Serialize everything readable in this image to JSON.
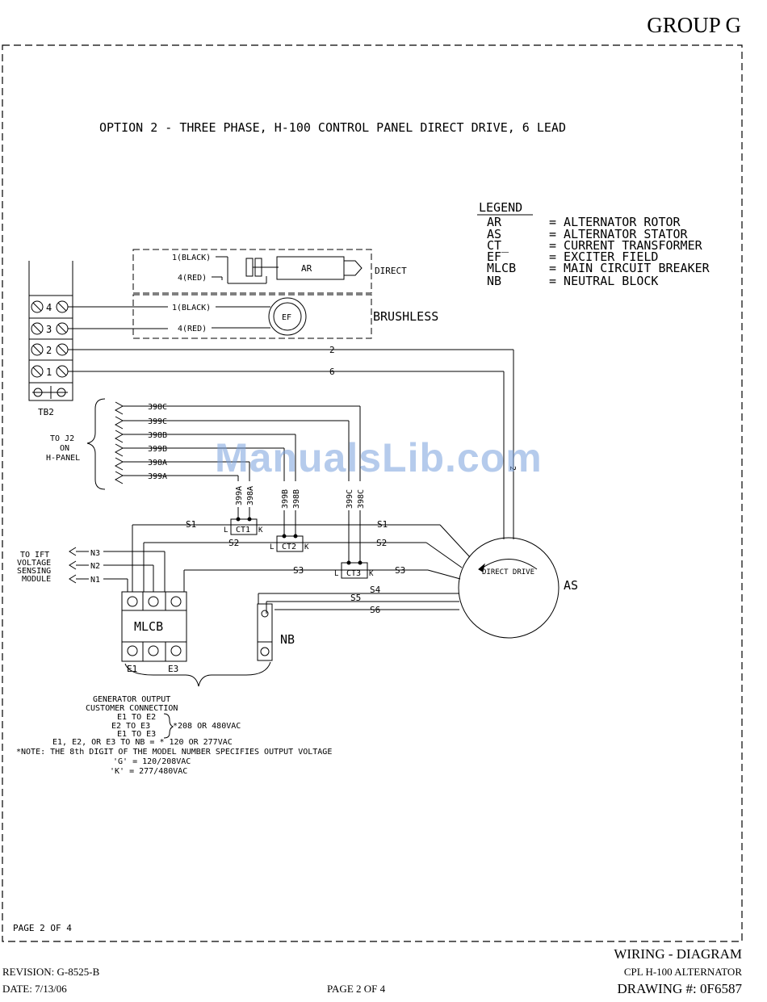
{
  "header": {
    "group": "GROUP G"
  },
  "diagram": {
    "title": "OPTION 2 - THREE PHASE, H-100 CONTROL PANEL DIRECT DRIVE, 6 LEAD",
    "legend": {
      "heading": "LEGEND",
      "items": [
        {
          "abbr": "AR",
          "desc": "= ALTERNATOR ROTOR"
        },
        {
          "abbr": "AS",
          "desc": "= ALTERNATOR STATOR"
        },
        {
          "abbr": "CT_",
          "desc": "= CURRENT TRANSFORMER"
        },
        {
          "abbr": "EF",
          "desc": "= EXCITER FIELD"
        },
        {
          "abbr": "MLCB",
          "desc": "= MAIN CIRCUIT BREAKER"
        },
        {
          "abbr": "NB",
          "desc": "= NEUTRAL BLOCK"
        }
      ]
    },
    "direct_box": {
      "black": "1(BLACK)",
      "red": "4(RED)",
      "ar": "AR",
      "label": "DIRECT"
    },
    "brushless_box": {
      "black": "1(BLACK)",
      "red": "4(RED)",
      "ef": "EF",
      "label": "BRUSHLESS"
    },
    "tb2": {
      "label": "TB2",
      "terminals": [
        "4",
        "3",
        "2",
        "1"
      ]
    },
    "wires": {
      "w2": "2",
      "w6": "6",
      "half": "2"
    },
    "j2_label": {
      "line1": "TO J2",
      "line2": "ON",
      "line3": "H-PANEL"
    },
    "j2_wires": [
      "398C",
      "399C",
      "398B",
      "399B",
      "398A",
      "399A"
    ],
    "ct_vertical": [
      "399A",
      "398A",
      "399B",
      "398B",
      "399C",
      "398C"
    ],
    "cts": [
      "CT1",
      "CT2",
      "CT3"
    ],
    "ct_marks": {
      "l": "L",
      "k": "K"
    },
    "phase_wires": {
      "s1": "S1",
      "s2": "S2",
      "s3": "S3",
      "s4": "S4",
      "s5": "S5",
      "s6": "S6"
    },
    "ift_label": {
      "line1": "TO IFT",
      "line2": "VOLTAGE",
      "line3": "SENSING",
      "line4": "MODULE"
    },
    "n_wires": [
      "N3",
      "N2",
      "N1"
    ],
    "mlcb": {
      "label": "MLCB",
      "e1": "E1",
      "e3": "E3"
    },
    "nb": "NB",
    "stator": {
      "label": "AS",
      "inner": "DIRECT DRIVE"
    },
    "notes": {
      "l1": "GENERATOR OUTPUT",
      "l2": "CUSTOMER CONNECTION",
      "l3": "E1 TO E2",
      "l4": "E2 TO E3",
      "l4b": "*208 OR 480VAC",
      "l5": "E1 TO E3",
      "l6": "E1, E2, OR E3 TO NB = * 120 OR 277VAC",
      "l7": "*NOTE: THE 8th DIGIT OF THE MODEL NUMBER SPECIFIES OUTPUT VOLTAGE",
      "l8": "'G' = 120/208VAC",
      "l9": "'K' = 277/480VAC"
    },
    "page_inner": "PAGE 2 OF 4"
  },
  "watermark": "ManualsLib.com",
  "footer": {
    "title": "WIRING - DIAGRAM",
    "model": "CPL H-100 ALTERNATOR",
    "drawing": "DRAWING #: 0F6587",
    "revision": "REVISION: G-8525-B",
    "date": "DATE: 7/13/06",
    "page": "PAGE 2 OF 4"
  }
}
